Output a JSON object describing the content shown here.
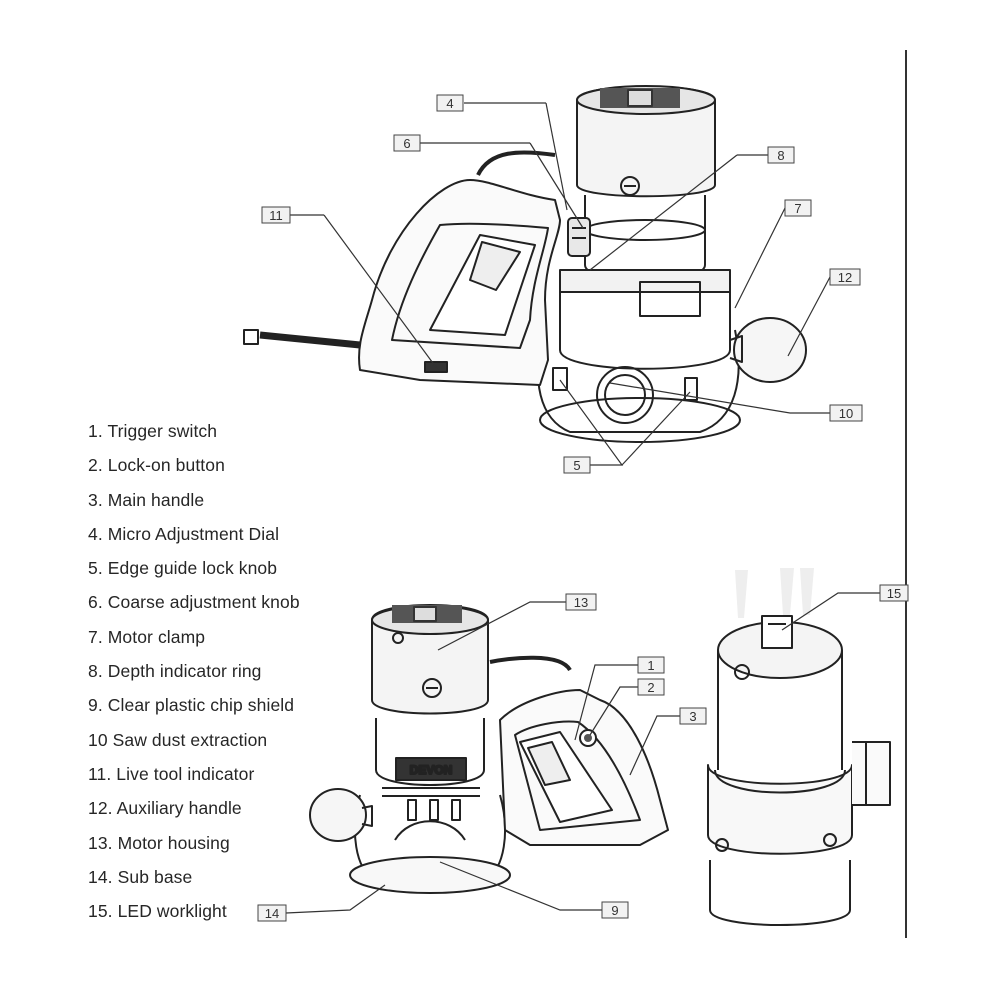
{
  "legend": [
    "1. Trigger switch",
    "2. Lock-on button",
    "3. Main handle",
    "4. Micro Adjustment Dial",
    "5. Edge guide lock knob",
    "6. Coarse adjustment knob",
    "7. Motor clamp",
    "8. Depth indicator ring",
    "9. Clear plastic chip shield",
    "10 Saw dust extraction",
    "11. Live tool indicator",
    "12. Auxiliary handle",
    "13. Motor housing",
    "14. Sub base",
    "15. LED worklight"
  ],
  "callouts": {
    "c1": "1",
    "c2": "2",
    "c3": "3",
    "c4": "4",
    "c5": "5",
    "c6": "6",
    "c7": "7",
    "c8": "8",
    "c9": "9",
    "c10": "10",
    "c11": "11",
    "c12": "12",
    "c13": "13",
    "c14": "14",
    "c15": "15"
  },
  "brand": "DEVON"
}
